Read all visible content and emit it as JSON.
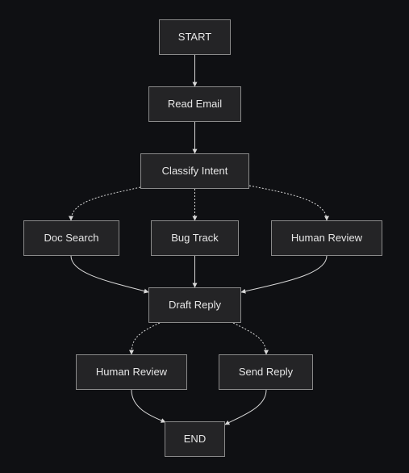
{
  "nodes": [
    {
      "id": "start",
      "label": "START"
    },
    {
      "id": "read_email",
      "label": "Read Email"
    },
    {
      "id": "classify_intent",
      "label": "Classify Intent"
    },
    {
      "id": "doc_search",
      "label": "Doc Search"
    },
    {
      "id": "bug_track",
      "label": "Bug Track"
    },
    {
      "id": "human_review_1",
      "label": "Human Review"
    },
    {
      "id": "draft_reply",
      "label": "Draft Reply"
    },
    {
      "id": "human_review_2",
      "label": "Human Review"
    },
    {
      "id": "send_reply",
      "label": "Send Reply"
    },
    {
      "id": "end",
      "label": "END"
    }
  ],
  "edges": [
    {
      "from": "start",
      "to": "read_email",
      "style": "solid"
    },
    {
      "from": "read_email",
      "to": "classify_intent",
      "style": "solid"
    },
    {
      "from": "classify_intent",
      "to": "doc_search",
      "style": "dotted"
    },
    {
      "from": "classify_intent",
      "to": "bug_track",
      "style": "dotted"
    },
    {
      "from": "classify_intent",
      "to": "human_review_1",
      "style": "dotted"
    },
    {
      "from": "doc_search",
      "to": "draft_reply",
      "style": "solid"
    },
    {
      "from": "bug_track",
      "to": "draft_reply",
      "style": "solid"
    },
    {
      "from": "human_review_1",
      "to": "draft_reply",
      "style": "solid"
    },
    {
      "from": "draft_reply",
      "to": "human_review_2",
      "style": "dotted"
    },
    {
      "from": "draft_reply",
      "to": "send_reply",
      "style": "dotted"
    },
    {
      "from": "human_review_2",
      "to": "end",
      "style": "solid"
    },
    {
      "from": "send_reply",
      "to": "end",
      "style": "solid"
    }
  ]
}
